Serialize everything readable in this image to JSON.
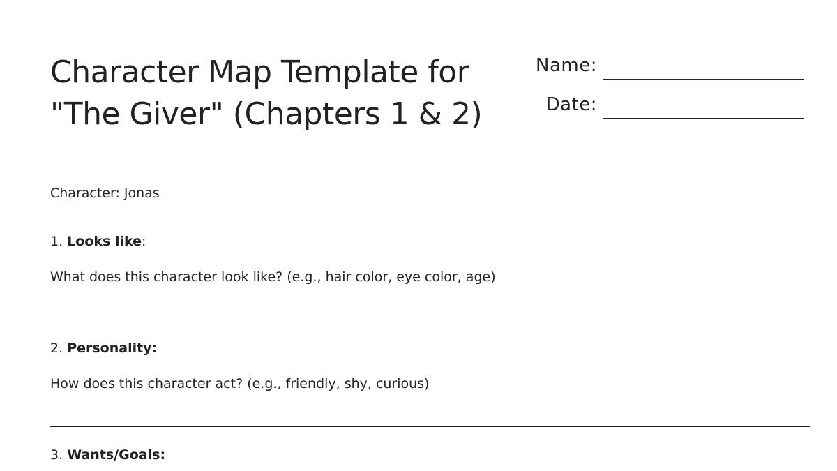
{
  "document": {
    "title": "Character Map Template for \"The Giver\" (Chapters 1 & 2)",
    "name_label": "Name:",
    "name_value": "",
    "date_label": "Date:",
    "date_value": "",
    "character_line": "Character: Jonas"
  },
  "sections": [
    {
      "number": "1.",
      "heading": "Looks like",
      "heading_suffix": ":",
      "prompt": "What does this character look like? (e.g., hair color, eye color, age)",
      "answer": ""
    },
    {
      "number": "2.",
      "heading": "Personality:",
      "heading_suffix": "",
      "prompt": "How does this character act? (e.g., friendly, shy, curious)",
      "answer": ""
    },
    {
      "number": "3.",
      "heading": "Wants/Goals:",
      "heading_suffix": ""
    }
  ],
  "colors": {
    "text": "#222222",
    "background": "#ffffff"
  }
}
